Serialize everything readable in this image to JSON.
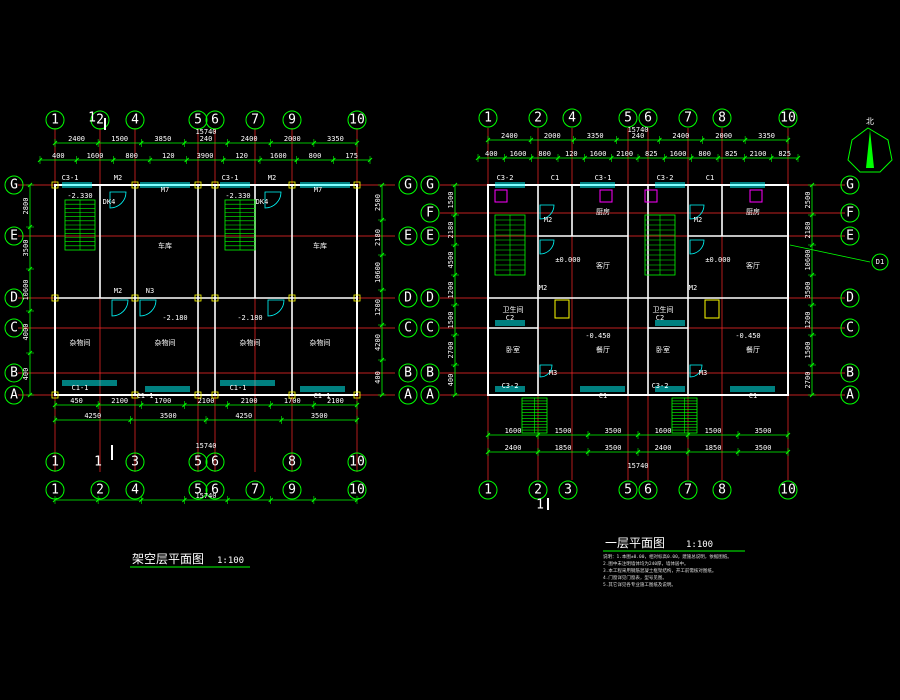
{
  "colors": {
    "background": "#000000",
    "wall": "#ffffff",
    "axis": "#ff2a2a",
    "dim": "#00ff00",
    "stair": "#00ff00",
    "window": "#00ffff",
    "door": "#00ffff",
    "text": "#ffffff",
    "fixture": "#ff00ff",
    "column": "#ffff00"
  },
  "plans": {
    "left": {
      "title": "架空层平面图",
      "scale": "1:100",
      "top_axis_labels": [
        "1",
        "2",
        "4",
        "5",
        "6",
        "7",
        "9",
        "10"
      ],
      "bottom_axis_labels": [
        "1",
        "3",
        "5",
        "6",
        "8",
        "10"
      ],
      "bottom2_axis_labels": [
        "1",
        "2",
        "4",
        "5",
        "6",
        "7",
        "9",
        "10"
      ],
      "row_labels": [
        "G",
        "E",
        "D",
        "C",
        "B",
        "A"
      ],
      "top_dims_1": [
        "2400",
        "1500",
        "3850",
        "240",
        "2400",
        "2000",
        "3350"
      ],
      "top_dims_2": [
        "400",
        "1600",
        "800",
        "120",
        "3900",
        "120",
        "1600",
        "800",
        "175"
      ],
      "total_dim": "15740",
      "left_dims": [
        "2800",
        "3500",
        "10600",
        "4000",
        "400"
      ],
      "right_dims": [
        "2500",
        "2180",
        "10600",
        "1200",
        "4200",
        "400"
      ],
      "bottom_dims_1": [
        "450",
        "2100",
        "1700",
        "2100",
        "2100",
        "1700",
        "2100"
      ],
      "bottom_dims_2": [
        "4250",
        "3500",
        "4250",
        "3500"
      ],
      "rooms": [
        "车库",
        "车库",
        "杂物间",
        "杂物间",
        "杂物间",
        "杂物间"
      ],
      "elevations": [
        "-2.330",
        "-2.330",
        "-2.180",
        "-2.180"
      ],
      "tags": [
        "C3-1",
        "M2",
        "M7",
        "C3-1",
        "M2",
        "M7",
        "DK4",
        "DK4",
        "M2",
        "N3",
        "C1-1",
        "C1-1",
        "C1-1",
        "C1-1"
      ]
    },
    "right": {
      "title": "一层平面图",
      "scale": "1:100",
      "top_axis_labels": [
        "1",
        "2",
        "4",
        "5",
        "6",
        "7",
        "8",
        "10"
      ],
      "bottom_axis_labels": [
        "1",
        "2",
        "3",
        "5",
        "6",
        "7",
        "8",
        "10"
      ],
      "row_labels": [
        "G",
        "F",
        "E",
        "D",
        "C",
        "B",
        "A"
      ],
      "top_dims_1": [
        "2400",
        "2000",
        "3350",
        "240",
        "2400",
        "2000",
        "3350"
      ],
      "top_dims_2": [
        "400",
        "1600",
        "800",
        "120",
        "1600",
        "2100",
        "825",
        "1600",
        "800",
        "825",
        "2100",
        "825"
      ],
      "total_dim": "15740",
      "left_dims": [
        "1500",
        "2180",
        "4500",
        "1200",
        "1500",
        "2700",
        "400"
      ],
      "right_dims": [
        "2500",
        "2180",
        "10600",
        "3500",
        "1200",
        "1500",
        "2700"
      ],
      "bottom_dims_1": [
        "1600",
        "1500",
        "3500",
        "1600",
        "1500",
        "3500"
      ],
      "bottom_dims_2": [
        "2400",
        "1850",
        "3500",
        "2400",
        "1850",
        "3500"
      ],
      "rooms": [
        "厨房",
        "客厅",
        "厨房",
        "客厅",
        "卫生间",
        "卧室",
        "卫生间",
        "卧室",
        "餐厅",
        "餐厅"
      ],
      "elevations": [
        "±0.000",
        "±0.000",
        "-0.450",
        "-0.450"
      ],
      "tags": [
        "C3-2",
        "C1",
        "C3-1",
        "C3-2",
        "C1",
        "M2",
        "M2",
        "M2",
        "M2",
        "C2",
        "C2",
        "M3",
        "M3",
        "C3-2",
        "C1",
        "C3-2",
        "C1"
      ],
      "notes": [
        "说明：1.本图±0.00，相对标高0.00，建施总说明，依据图纸。",
        "2.图中未注明墙体均为240厚，墙体居中。",
        "3.本工程采用钢筋混凝土框架结构，开工前需核对图纸。",
        "4.门窗详见门窗表，型号见图。",
        "5.其它详见各专业施工图纸及说明。"
      ],
      "callout": "D1"
    }
  },
  "north_arrow_label": "北"
}
